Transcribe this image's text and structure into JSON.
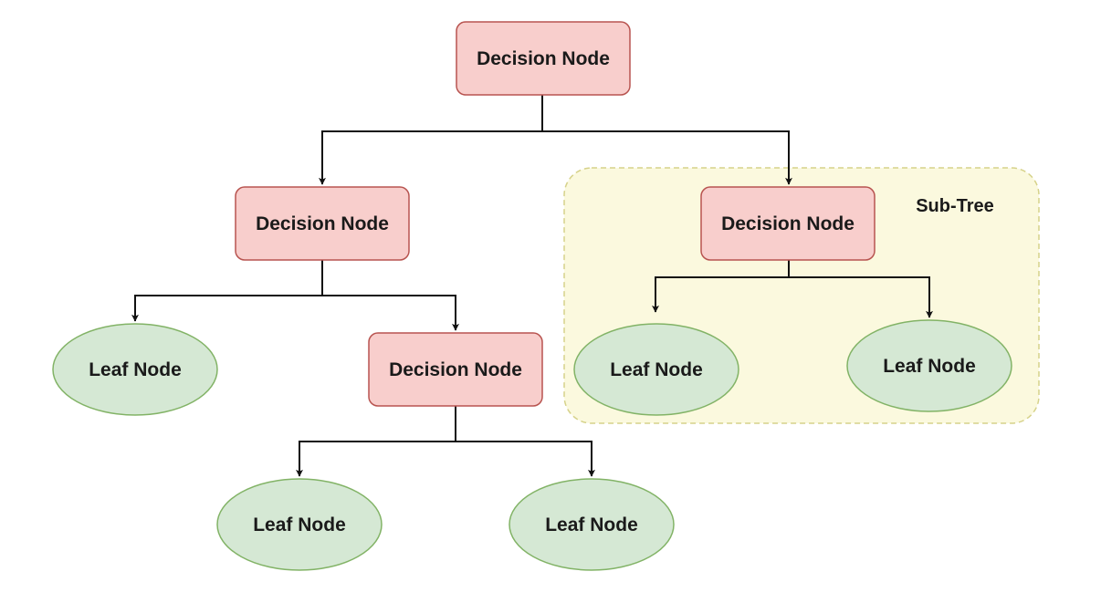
{
  "colors": {
    "decision_fill": "#f8cecc",
    "decision_stroke": "#b85450",
    "leaf_fill": "#d5e8d4",
    "leaf_stroke": "#82b366",
    "subtree_fill": "#fbf9de",
    "subtree_stroke": "#d6d28a",
    "edge": "#111111"
  },
  "subtree": {
    "label": "Sub-Tree"
  },
  "nodes": {
    "root": {
      "label": "Decision Node",
      "kind": "decision"
    },
    "left_decision": {
      "label": "Decision Node",
      "kind": "decision"
    },
    "right_decision": {
      "label": "Decision Node",
      "kind": "decision"
    },
    "left_leaf": {
      "label": "Leaf Node",
      "kind": "leaf"
    },
    "mid_decision": {
      "label": "Decision Node",
      "kind": "decision"
    },
    "subtree_leaf_left": {
      "label": "Leaf Node",
      "kind": "leaf"
    },
    "subtree_leaf_right": {
      "label": "Leaf Node",
      "kind": "leaf"
    },
    "bottom_leaf_left": {
      "label": "Leaf Node",
      "kind": "leaf"
    },
    "bottom_leaf_right": {
      "label": "Leaf Node",
      "kind": "leaf"
    }
  },
  "edges": [
    {
      "from": "root",
      "to": "left_decision"
    },
    {
      "from": "root",
      "to": "right_decision"
    },
    {
      "from": "left_decision",
      "to": "left_leaf"
    },
    {
      "from": "left_decision",
      "to": "mid_decision"
    },
    {
      "from": "right_decision",
      "to": "subtree_leaf_left"
    },
    {
      "from": "right_decision",
      "to": "subtree_leaf_right"
    },
    {
      "from": "mid_decision",
      "to": "bottom_leaf_left"
    },
    {
      "from": "mid_decision",
      "to": "bottom_leaf_right"
    }
  ]
}
